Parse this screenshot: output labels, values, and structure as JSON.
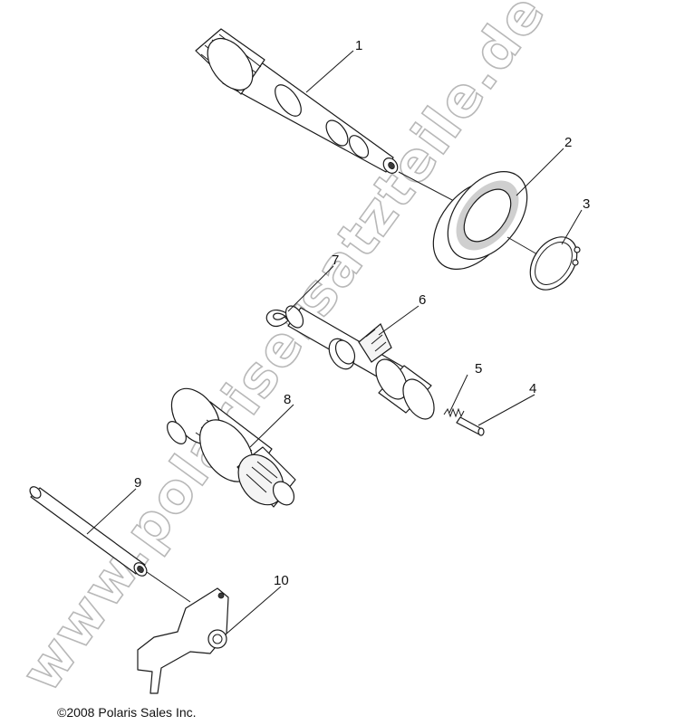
{
  "callouts": [
    "1",
    "2",
    "3",
    "4",
    "5",
    "6",
    "7",
    "8",
    "9",
    "10"
  ],
  "watermark": "www.polarisersatzteile.de",
  "copyright": "©2008 Polaris Sales Inc."
}
